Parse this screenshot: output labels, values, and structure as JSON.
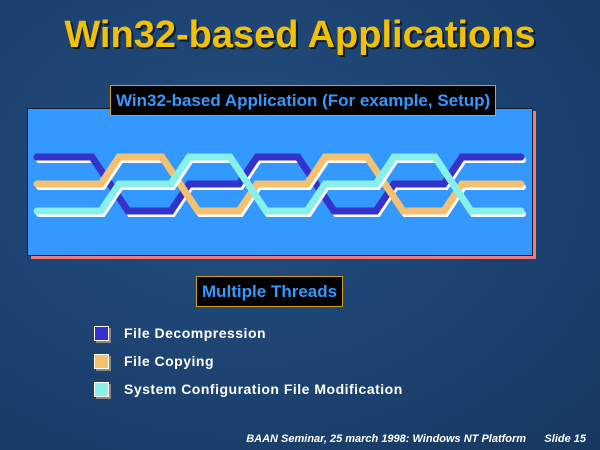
{
  "slide": {
    "title": "Win32-based Applications",
    "app_label": "Win32-based Application (For example, Setup)",
    "threads_label": "Multiple Threads",
    "footer": "BAAN Seminar, 25 march 1998: Windows NT Platform",
    "slide_number": "Slide 15"
  },
  "colors": {
    "title": "#f2c200",
    "panel": "#3399ff",
    "panel_shadow": "#f07a7a"
  },
  "threads": [
    {
      "name": "File Decompression",
      "color": "#3333cc",
      "levels": [
        "top",
        "bottom",
        "middle",
        "top",
        "bottom",
        "middle",
        "top"
      ]
    },
    {
      "name": "File Copying",
      "color": "#f5c070",
      "levels": [
        "middle",
        "top",
        "bottom",
        "middle",
        "top",
        "bottom",
        "middle"
      ]
    },
    {
      "name": "System Configuration File Modification",
      "color": "#88f0e8",
      "levels": [
        "bottom",
        "middle",
        "top",
        "bottom",
        "middle",
        "top",
        "bottom"
      ]
    }
  ]
}
